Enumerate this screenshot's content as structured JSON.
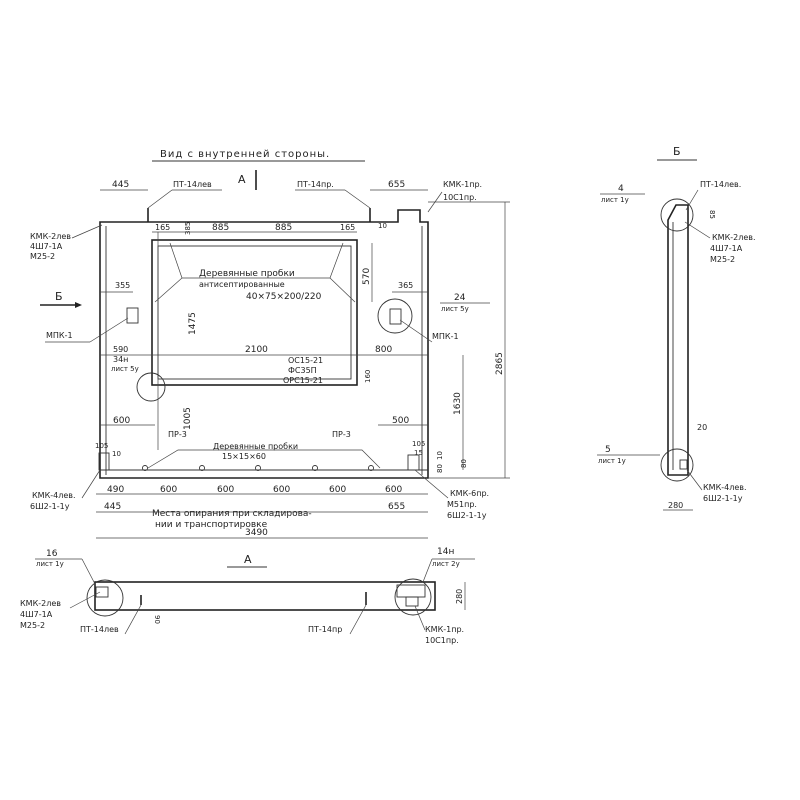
{
  "elevation": {
    "title": "Вид с внутренней стороны.",
    "section_mark": "А",
    "dim_445_top": "445",
    "pt14lev": "ПТ-14лев",
    "pt14pr": "ПТ-14пр.",
    "dim_655_top": "655",
    "kmk1pr": "КМК-1пр.",
    "os1pr": "10С1пр.",
    "kmk2lev": "КМК-2лев",
    "sh7": "4Ш7-1А",
    "m25": "М25-2",
    "dim_165_l": "165",
    "dim_385": "385",
    "dim_885_l": "885",
    "dim_885_r": "885",
    "dim_165_r": "165",
    "dim_10": "10",
    "dim_570": "570",
    "wood_plugs_1": "Деревянные пробки",
    "wood_plugs_2": "антисептированные",
    "wood_plugs_3": "40×75×200/220",
    "view_b": "Б",
    "dim_355": "355",
    "dim_365": "365",
    "sheet_24": "24",
    "sheet_24_list": "лист 5у",
    "mpk_l": "МПК-1",
    "mpk_r": "МПК-1",
    "dim_1475": "1475",
    "dim_590": "590",
    "dim_2100": "2100",
    "dim_800": "800",
    "sheet_34": "34н",
    "sheet_34_list": "лист 5у",
    "window_1": "ОС15-21",
    "window_2": "ФС35П",
    "window_3": "ОРС15-21",
    "dim_160": "160",
    "dim_2865": "2865",
    "dim_1630": "1630",
    "dim_1005": "1005",
    "dim_600_l": "600",
    "dim_500_r": "500",
    "pr3_l": "ПР-3",
    "pr3_r": "ПР-3",
    "wood_plugs_b1": "Деревянные пробки",
    "wood_plugs_b2": "15×15×60",
    "dim_105_l": "105",
    "dim_10_l": "10",
    "dim_105_r": "105",
    "dim_15_r": "15",
    "dim_10_r": "10",
    "dim_80": "80",
    "dim_80b": "80",
    "dim_490": "490",
    "dim_600s": [
      "600",
      "600",
      "600",
      "600",
      "600"
    ],
    "dim_445_b": "445",
    "dim_655_b": "655",
    "support_1": "Места опирания при складирова-",
    "support_2": "нии и транспортировке",
    "dim_3490": "3490",
    "kmk4lev": "КМК-4лев.",
    "sh2_l": "6Ш2-1-1у",
    "kmk6pr": "КМК-6пр.",
    "m51pr": "М51пр.",
    "sh2_r": "6Ш2-1-1у"
  },
  "side_view": {
    "title": "Б",
    "sheet_4": "4",
    "sheet_4_list": "лист 1у",
    "pt14lev": "ПТ-14лев.",
    "dim_85": "85",
    "kmk2lev": "КМК-2лев.",
    "sh7": "4Ш7-1А",
    "m25": "М25-2",
    "dim_20": "20",
    "sheet_5": "5",
    "sheet_5_list": "лист 1у",
    "kmk4lev": "КМК-4лев.",
    "sh2": "6Ш2-1-1у",
    "dim_280": "280"
  },
  "plan_view": {
    "title": "А",
    "sheet_16": "16",
    "sheet_16_list": "лист 1у",
    "kmk2lev": "КМК-2лев",
    "sh7": "4Ш7-1А",
    "m25": "М25-2",
    "pt14lev": "ПТ-14лев",
    "dim_90": "90",
    "pt14pr": "ПТ-14пр",
    "sheet_14": "14н",
    "sheet_14_list": "лист 2у",
    "dim_280": "280",
    "kmk1pr": "КМК-1пр.",
    "os1pr": "10С1пр."
  }
}
